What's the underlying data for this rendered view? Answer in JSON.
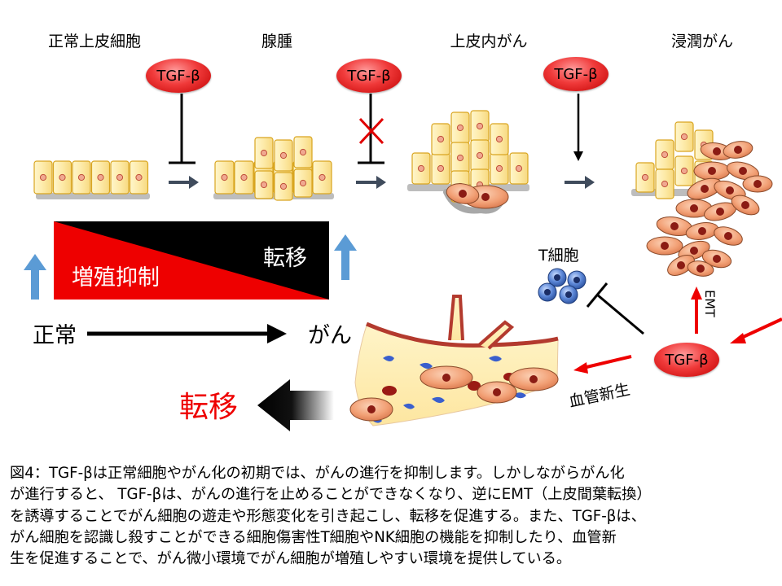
{
  "stages": [
    "正常上皮細胞",
    "腺腫",
    "上皮内がん",
    "浸潤がん"
  ],
  "tgf_label": "TGF-β",
  "triangle": {
    "left_label": "増殖抑制",
    "right_label": "転移"
  },
  "progression": {
    "start": "正常",
    "end": "がん"
  },
  "t_cell_label": "T細胞",
  "emt_label": "EMT",
  "angiogenesis_label": "血管新生",
  "metastasis_label": "転移",
  "caption_lines": [
    "図4：TGF-βは正常細胞やがん化の初期では、がんの進行を抑制します。しかしながらがん化",
    "が進行すると、 TGF-βは、がんの進行を止めることができなくなり、逆にEMT（上皮間葉転換）",
    "を誘導することでがん細胞の遊走や形態変化を引き起こし、転移を促進する。また、TGF-βは、",
    "がん細胞を認識し殺すことができる細胞傷害性T細胞やNK細胞の機能を抑制したり、血管新",
    "生を促進することで、がん微小環境でがん細胞が増殖しやすい環境を提供している。"
  ],
  "colors": {
    "red": "#ee0000",
    "tgf_red": "#e83030",
    "cell_fill": "#fde9a4",
    "tcell_blue": "#3b6cc0",
    "up_arrow_blue": "#5b9bd5"
  }
}
